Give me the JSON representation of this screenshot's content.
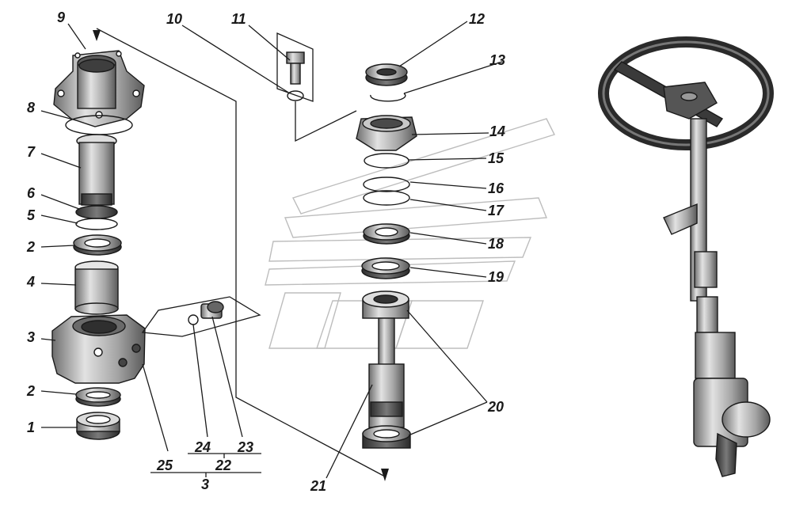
{
  "labels": {
    "l1": "1",
    "l2a": "2",
    "l2b": "2",
    "l3a": "3",
    "l3b": "3",
    "l4": "4",
    "l5": "5",
    "l6": "6",
    "l7": "7",
    "l8": "8",
    "l9": "9",
    "l10": "10",
    "l11": "11",
    "l12": "12",
    "l13": "13",
    "l14": "14",
    "l15": "15",
    "l16": "16",
    "l17": "17",
    "l18": "18",
    "l19": "19",
    "l20": "20",
    "l21": "21",
    "l22": "22",
    "l23": "23",
    "l24": "24",
    "l25": "25"
  },
  "colors": {
    "ink": "#1a1a1a",
    "metal": "#9a9a9a",
    "metal_light": "#d6d6d6",
    "metal_dark": "#555555",
    "watermark": "#bdbdbd"
  }
}
